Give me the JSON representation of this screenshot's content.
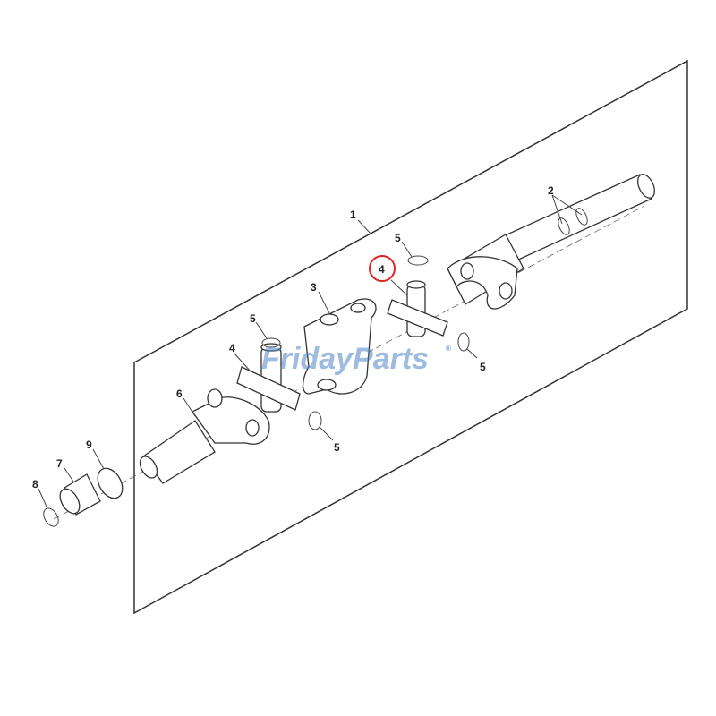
{
  "diagram": {
    "callouts": [
      {
        "id": "c1",
        "text": "1"
      },
      {
        "id": "c2",
        "text": "2"
      },
      {
        "id": "c3",
        "text": "3"
      },
      {
        "id": "c4a",
        "text": "4",
        "highlighted": true
      },
      {
        "id": "c4b",
        "text": "4"
      },
      {
        "id": "c5a",
        "text": "5"
      },
      {
        "id": "c5b",
        "text": "5"
      },
      {
        "id": "c5c",
        "text": "5"
      },
      {
        "id": "c5d",
        "text": "5"
      },
      {
        "id": "c6",
        "text": "6"
      },
      {
        "id": "c7",
        "text": "7"
      },
      {
        "id": "c8",
        "text": "8"
      },
      {
        "id": "c9",
        "text": "9"
      }
    ],
    "highlight_color": "#e02424"
  },
  "watermark": {
    "brand": "FridayParts",
    "registered": "®",
    "colors": {
      "text": "#4f86c6",
      "accent": "#f0a020"
    }
  }
}
